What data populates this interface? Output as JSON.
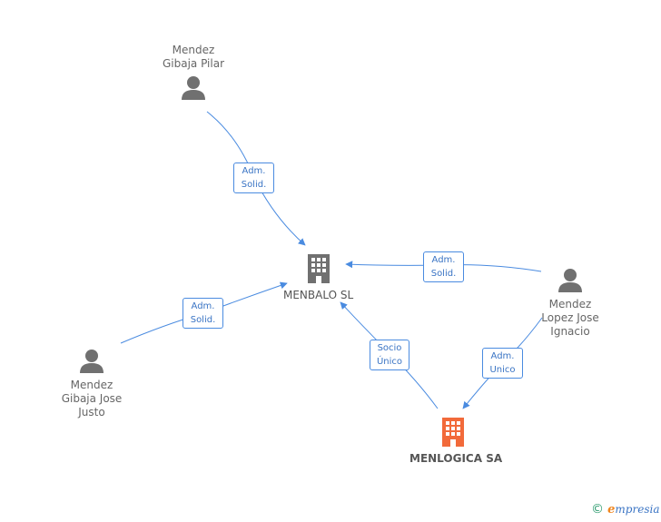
{
  "people": {
    "pilar": {
      "name": "Mendez\nGibaja Pilar"
    },
    "justo": {
      "name": "Mendez\nGibaja Jose\nJusto"
    },
    "ignacio": {
      "name": "Mendez\nLopez Jose\nIgnacio"
    }
  },
  "companies": {
    "menbalo": {
      "name": "MENBALO SL"
    },
    "menlogica": {
      "name": "MENLOGICA SA"
    }
  },
  "relations": {
    "pilar_menbalo": {
      "line1": "Adm.",
      "line2": "Solid."
    },
    "justo_menbalo": {
      "line1": "Adm.",
      "line2": "Solid."
    },
    "ignacio_menbalo": {
      "line1": "Adm.",
      "line2": "Solid."
    },
    "menlogica_menbalo": {
      "line1": "Socio",
      "line2": "Único"
    },
    "ignacio_menlogica": {
      "line1": "Adm.",
      "line2": "Unico"
    }
  },
  "brand": {
    "copyright": "©",
    "initial": "e",
    "rest": "mpresia"
  },
  "colors": {
    "edge": "#4a8be0",
    "person": "#707070",
    "company": "#707070",
    "main_company": "#f26a3a"
  }
}
